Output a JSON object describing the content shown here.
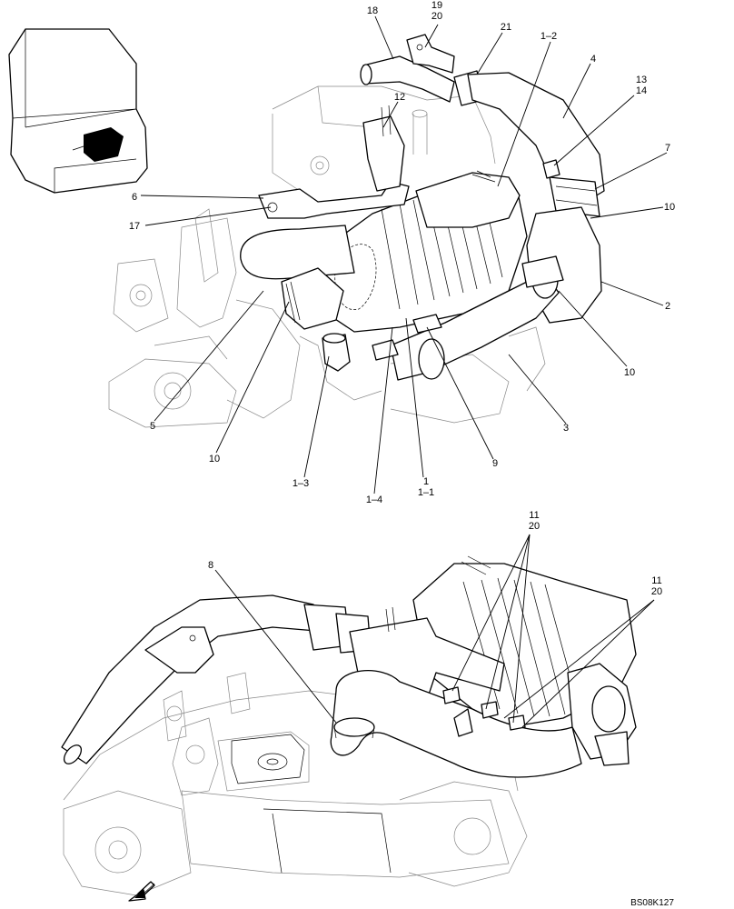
{
  "labels": [
    {
      "id": "18",
      "text": "18"
    },
    {
      "id": "19_20",
      "text": "19\n20"
    },
    {
      "id": "21",
      "text": "21"
    },
    {
      "id": "1_2",
      "text": "1–2"
    },
    {
      "id": "4",
      "text": "4"
    },
    {
      "id": "13_14",
      "text": "13\n14"
    },
    {
      "id": "12",
      "text": "12"
    },
    {
      "id": "7",
      "text": "7"
    },
    {
      "id": "6",
      "text": "6"
    },
    {
      "id": "10a",
      "text": "10"
    },
    {
      "id": "17",
      "text": "17"
    },
    {
      "id": "2",
      "text": "2"
    },
    {
      "id": "10b",
      "text": "10"
    },
    {
      "id": "5",
      "text": "5"
    },
    {
      "id": "3",
      "text": "3"
    },
    {
      "id": "10c",
      "text": "10"
    },
    {
      "id": "9",
      "text": "9"
    },
    {
      "id": "1_3",
      "text": "1–3"
    },
    {
      "id": "1_1",
      "text": "1\n1–1"
    },
    {
      "id": "1_4",
      "text": "1–4"
    },
    {
      "id": "11_20a",
      "text": "11\n20"
    },
    {
      "id": "8",
      "text": "8"
    },
    {
      "id": "11_20b",
      "text": "11\n20"
    }
  ],
  "figure_code": "BS08K127"
}
